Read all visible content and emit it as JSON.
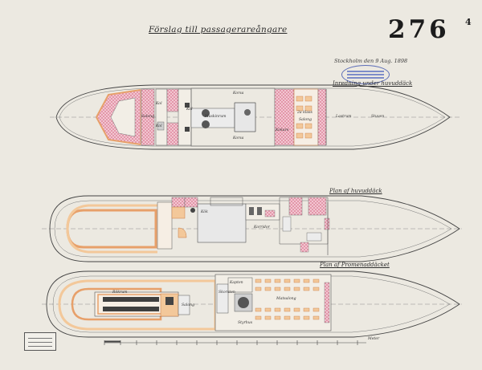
{
  "sheet": {
    "title": "Förslag till passagerareångare",
    "number": "276",
    "number_sup": "4",
    "place_date": "Stockholm den 9 Aug. 1898"
  },
  "decks": {
    "lower": {
      "title": "Inredning under huvuddäck",
      "labels": {
        "kol_1": "Kol",
        "kol_2": "Kol",
        "kol_3": "Kol",
        "salong_aft": "Salong",
        "maskinrum": "Maskinrum",
        "korsa_top": "Korsa",
        "korsa_bottom": "Korsa",
        "kokare": "Kokare",
        "kiss": "2a klass",
        "salong_fore": "Salong",
        "lastrum": "Lastrum",
        "stuven": "Stuven"
      }
    },
    "main": {
      "title": "Plan af huvuddäck",
      "labels": {
        "corridor": "Korridor",
        "kok": "Kök"
      }
    },
    "promenade": {
      "title": "Plan af Promenaddäcket",
      "labels": {
        "rokrum": "Rökrum",
        "kapten": "Kapten",
        "matsalong": "Matsalong",
        "salong": "Salong",
        "styrhus": "Styrhus",
        "skorsten": "Skorsten"
      }
    }
  },
  "scale_bar": {
    "label": "Meter"
  },
  "colors": {
    "paper": "#ece9e1",
    "ink": "#2a2a2a",
    "orange_fill": "#f3c89a",
    "pink_fill": "#e9a3b5",
    "grey_fill": "#c9c9c9",
    "stamp_blue": "#5d6eb8"
  }
}
